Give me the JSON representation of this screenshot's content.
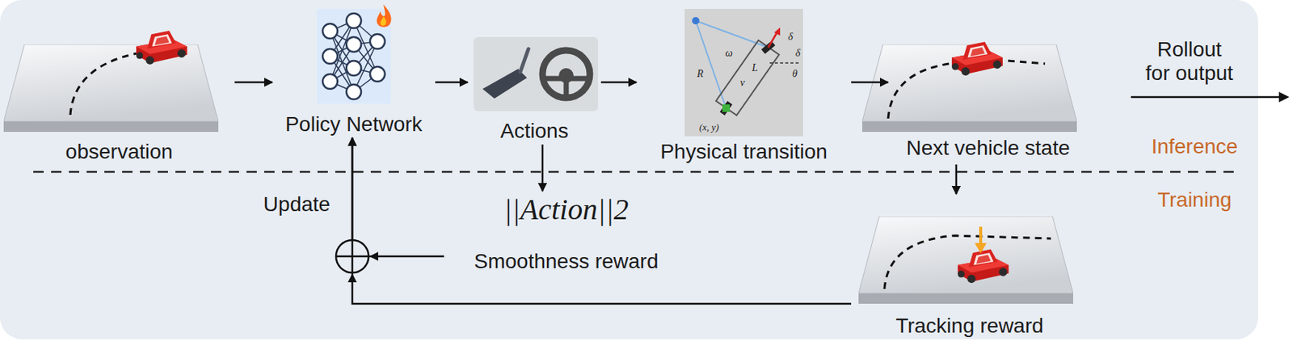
{
  "diagram": {
    "nodes": [
      {
        "text": [
          "observation"
        ]
      },
      {
        "text": [
          "Policy Network"
        ]
      },
      {
        "text": [
          "Actions"
        ]
      },
      {
        "text": [
          "Physical transition"
        ]
      },
      {
        "text": [
          "Next vehicle state"
        ]
      },
      {
        "text": [
          "||Action||2",
          "Smoothness reward"
        ]
      },
      {
        "text": [
          "Tracking reward"
        ]
      }
    ],
    "edges": [
      {
        "from": 0,
        "to": 1,
        "arrow": "to"
      },
      {
        "from": 1,
        "to": 2,
        "arrow": "to"
      },
      {
        "from": 2,
        "to": 3,
        "arrow": "to"
      },
      {
        "from": 3,
        "to": 4,
        "arrow": "to"
      },
      {
        "from": 2,
        "to": 5,
        "arrow": "to"
      },
      {
        "from": 4,
        "to": 6,
        "arrow": "to"
      },
      {
        "from": 5,
        "to": 1,
        "arrow": "to"
      },
      {
        "from": 6,
        "to": 1,
        "arrow": "to"
      }
    ],
    "labels": [
      "R",
      "ω",
      "δ",
      "δ",
      "θ",
      "v",
      "L",
      "(x, y)",
      "Rollout for output",
      "Inference",
      "Training",
      "Update"
    ]
  }
}
